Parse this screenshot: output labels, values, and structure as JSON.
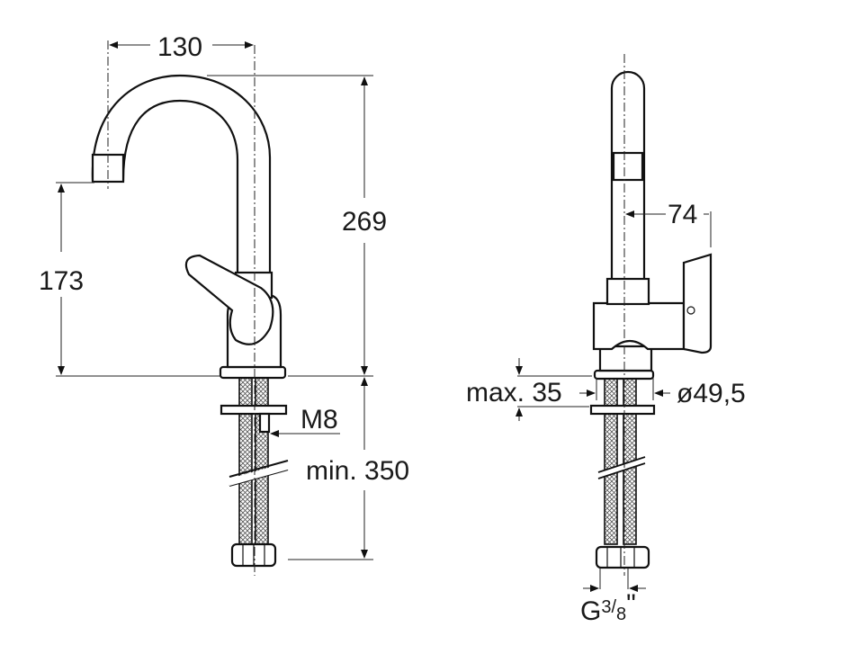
{
  "dimensions": {
    "spout_reach": "130",
    "total_height": "269",
    "spout_height": "173",
    "thread": "M8",
    "hose_length": "min. 350",
    "handle_depth": "74",
    "max_thickness": "max. 35",
    "base_diameter": "ø49,5",
    "connection_prefix": "G",
    "connection_fraction_num": "3",
    "connection_fraction_den": "8",
    "connection_suffix": "\""
  }
}
